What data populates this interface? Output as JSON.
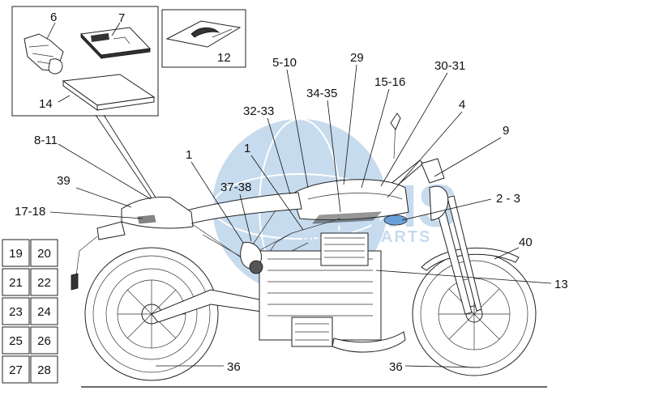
{
  "callouts": [
    {
      "id": "c6",
      "text": "6"
    },
    {
      "id": "c7",
      "text": "7"
    },
    {
      "id": "c14",
      "text": "14"
    },
    {
      "id": "c12",
      "text": "12"
    },
    {
      "id": "c8_11",
      "text": "8-11"
    },
    {
      "id": "c39",
      "text": "39"
    },
    {
      "id": "c17_18",
      "text": "17-18"
    },
    {
      "id": "c1a",
      "text": "1"
    },
    {
      "id": "c1b",
      "text": "1"
    },
    {
      "id": "c32_33",
      "text": "32-33"
    },
    {
      "id": "c5_10",
      "text": "5-10"
    },
    {
      "id": "c37_38",
      "text": "37-38"
    },
    {
      "id": "c34_35",
      "text": "34-35"
    },
    {
      "id": "c29",
      "text": "29"
    },
    {
      "id": "c15_16",
      "text": "15-16"
    },
    {
      "id": "c30_31",
      "text": "30-31"
    },
    {
      "id": "c4",
      "text": "4"
    },
    {
      "id": "c9",
      "text": "9"
    },
    {
      "id": "c2_3",
      "text": "2 - 3"
    },
    {
      "id": "c40",
      "text": "40"
    },
    {
      "id": "c13",
      "text": "13"
    },
    {
      "id": "c36a",
      "text": "36"
    },
    {
      "id": "c36b",
      "text": "36"
    }
  ],
  "grid": [
    "19",
    "20",
    "21",
    "22",
    "23",
    "24",
    "25",
    "26",
    "27",
    "28"
  ],
  "watermark": {
    "brand": "CMS",
    "sub": "MOTORPARTS",
    "color": "#3b82c4"
  },
  "colors": {
    "line": "#111111",
    "watermark": "#3b82c4"
  }
}
